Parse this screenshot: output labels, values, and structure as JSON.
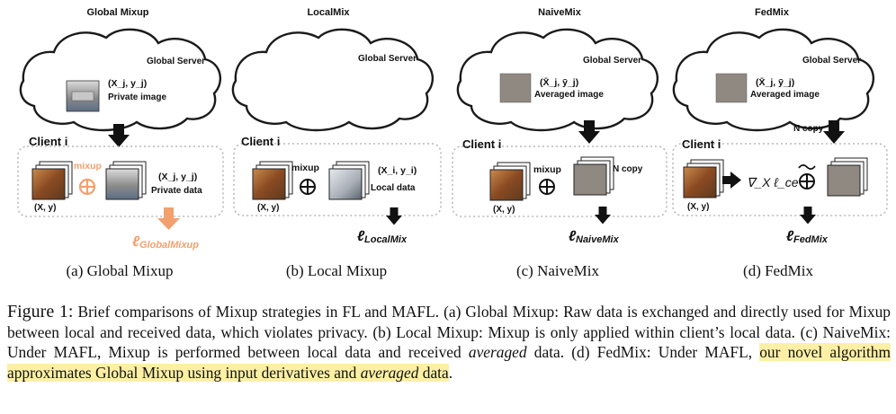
{
  "panels": [
    {
      "title": "Global Mixup",
      "server": "Global Server",
      "server_data": "(X_j, y_j)",
      "server_caption": "Private image",
      "client": "Client i",
      "mixup": "mixup",
      "local_pair": "(X, y)",
      "client_data": "(X_j, y_j)",
      "client_caption": "Private data",
      "loss": "ℓ",
      "loss_sub": "GlobalMixup",
      "subcaption": "(a) Global Mixup"
    },
    {
      "title": "LocalMix",
      "server": "Global Server",
      "client": "Client i",
      "mixup": "mixup",
      "local_pair": "(X, y)",
      "client_data": "(X_i, y_i)",
      "client_caption": "Local data",
      "loss": "ℓ",
      "loss_sub": "LocalMix",
      "subcaption": "(b) Local Mixup"
    },
    {
      "title": "NaiveMix",
      "server": "Global Server",
      "server_data": "(X̄_j, ȳ_j)",
      "server_caption": "Averaged image",
      "client": "Client i",
      "mixup": "mixup",
      "local_pair": "(X, y)",
      "copy": "N copy",
      "loss": "ℓ",
      "loss_sub": "NaiveMix",
      "subcaption": "(c) NaiveMix"
    },
    {
      "title": "FedMix",
      "server": "Global Server",
      "server_data": "(X̄_j, ȳ_j)",
      "server_caption": "Averaged image",
      "client": "Client i",
      "local_pair": "(X, y)",
      "copy": "N copy",
      "grad": "∇_X ℓ_ce",
      "loss": "ℓ",
      "loss_sub": "FedMix",
      "subcaption": "(d) FedMix"
    }
  ],
  "caption": {
    "lead": "Figure 1:",
    "t1": " Brief comparisons of Mixup strategies in FL and MAFL. (a) Global Mixup: Raw data is exchanged and directly used for Mixup between local and received data, which violates privacy. (b) Local Mixup: Mixup is only applied within client’s local data. (c) NaiveMix: Under MAFL, Mixup is performed between local data and received ",
    "em1": "averaged",
    "t2": " data. (d) FedMix: Under MAFL, ",
    "hl1": "our novel algorithm approximates Global Mixup using input derivatives and ",
    "hl_em": "averaged",
    "hl2": " data",
    "t3": "."
  },
  "colors": {
    "accent_orange": "#f2a06e",
    "ink": "#111111",
    "dotted": "#b9b9b9",
    "averaged_gray": "#8f8982"
  }
}
